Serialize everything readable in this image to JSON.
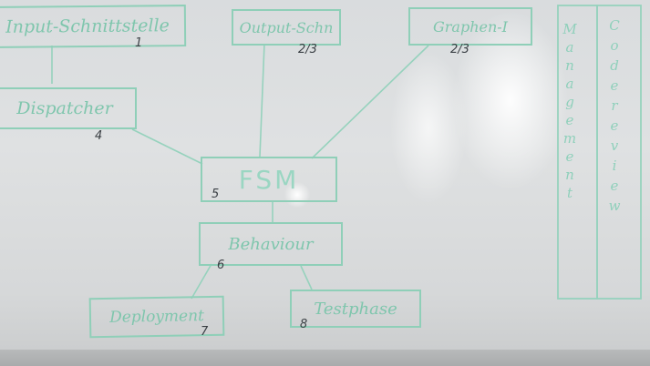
{
  "boxes": {
    "input": {
      "label": "Input-Schnittstelle",
      "number": "1"
    },
    "output": {
      "label": "Output-Schn",
      "number": "2/3"
    },
    "graphen": {
      "label": "Graphen-I",
      "number": "2/3"
    },
    "dispatcher": {
      "label": "Dispatcher",
      "number": "4"
    },
    "fsm": {
      "label": "FSM",
      "number": "5"
    },
    "behaviour": {
      "label": "Behaviour",
      "number": "6"
    },
    "deployment": {
      "label": "Deployment",
      "number": "7"
    },
    "testphase": {
      "label": "Testphase",
      "number": "8"
    }
  },
  "columns": {
    "management": [
      "M",
      "a",
      "n",
      "a",
      "g",
      "e",
      "m",
      "e",
      "n",
      "t"
    ],
    "codereview": [
      "C",
      "o",
      "d",
      "e",
      "r",
      "e",
      "v",
      "i",
      "e",
      "w"
    ]
  },
  "ink_color": "#8fcfb8",
  "number_color": "#3a3f44"
}
